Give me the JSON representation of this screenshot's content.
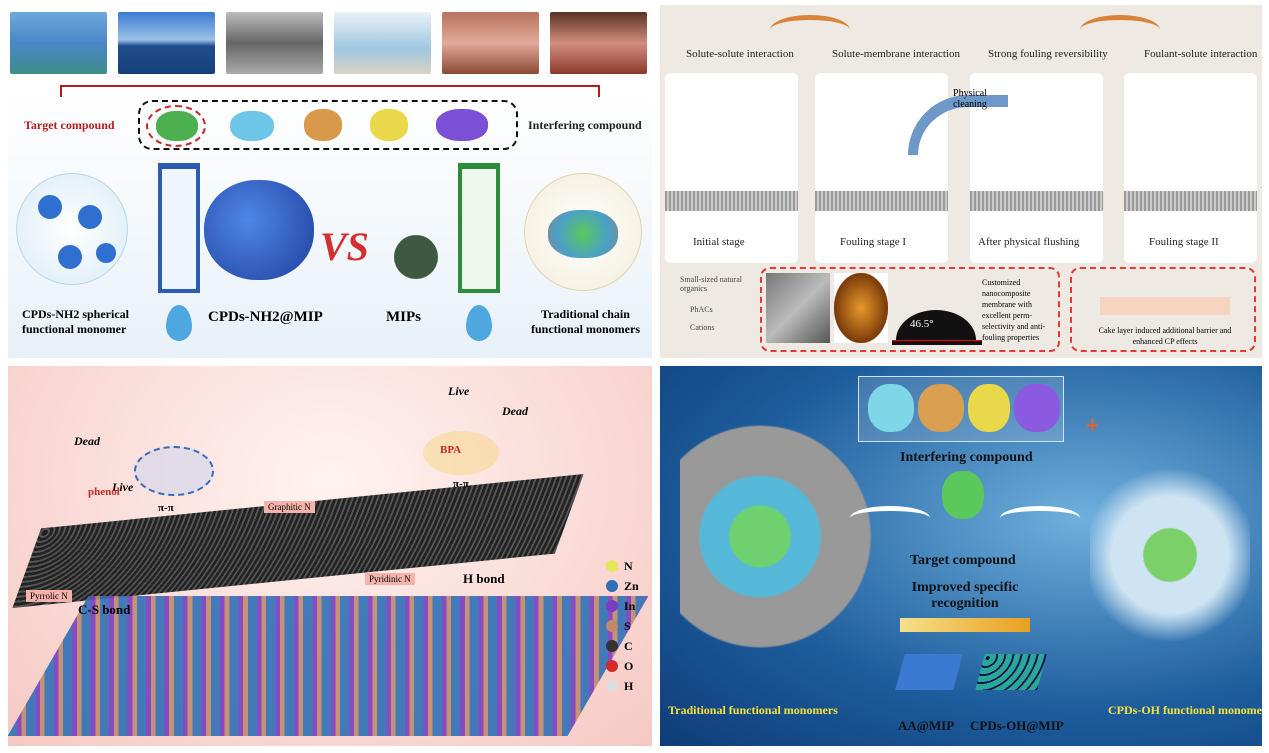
{
  "top_left": {
    "target_label": "Target compound",
    "interfering_label": "Interfering compound",
    "cpds_monomer_label": "CPDs-NH2 spherical functional monomer",
    "cpds_mip_label": "CPDs-NH2@MIP",
    "vs_label": "VS",
    "mips_label": "MIPs",
    "traditional_label": "Traditional chain functional monomers"
  },
  "top_right": {
    "headers": [
      "Solute-solute interaction",
      "Solute-membrane interaction",
      "Strong fouling reversibility",
      "Foulant-solute interaction"
    ],
    "stages": [
      "Initial stage",
      "Fouling stage I",
      "After physical flushing",
      "Fouling stage II"
    ],
    "physical_cleaning": "Physical cleaning",
    "legend": [
      "Small-sized natural organics",
      "PhACs",
      "Cations"
    ],
    "angle": "46.5°",
    "membrane_note": "Customized nanocomposite membrane with excellent perm-selectivity and anti-fouling properties",
    "cake_note": "Cake layer induced additional barrier and enhanced CP effects"
  },
  "bottom_left": {
    "dead": [
      "Dead",
      "Dead"
    ],
    "live": [
      "Live",
      "Live"
    ],
    "phenol": "phenol",
    "bpa": "BPA",
    "pi_pi": "π-π",
    "graphitic_n": "Graphitic N",
    "pyridinic_n": "Pyridinic N",
    "pyrrolic_n": "Pyrrolic N",
    "cs_bond": "C-S bond",
    "h_bond": "H bond",
    "legend": [
      {
        "label": "N",
        "color": "#e6e65a"
      },
      {
        "label": "Zn",
        "color": "#2f6fb5"
      },
      {
        "label": "In",
        "color": "#7a3cc2"
      },
      {
        "label": "S",
        "color": "#c08a6a"
      },
      {
        "label": "C",
        "color": "#333333"
      },
      {
        "label": "O",
        "color": "#d42a2a"
      },
      {
        "label": "H",
        "color": "#dddddd"
      }
    ]
  },
  "bottom_right": {
    "interfering": "Interfering compound",
    "target": "Target compound",
    "improved": "Improved specific recognition",
    "traditional": "Traditional functional monomers",
    "aa_mip": "AA@MIP",
    "cpds_oh_mip": "CPDs-OH@MIP",
    "cpds_oh_monomer": "CPDs-OH functional monomer"
  }
}
